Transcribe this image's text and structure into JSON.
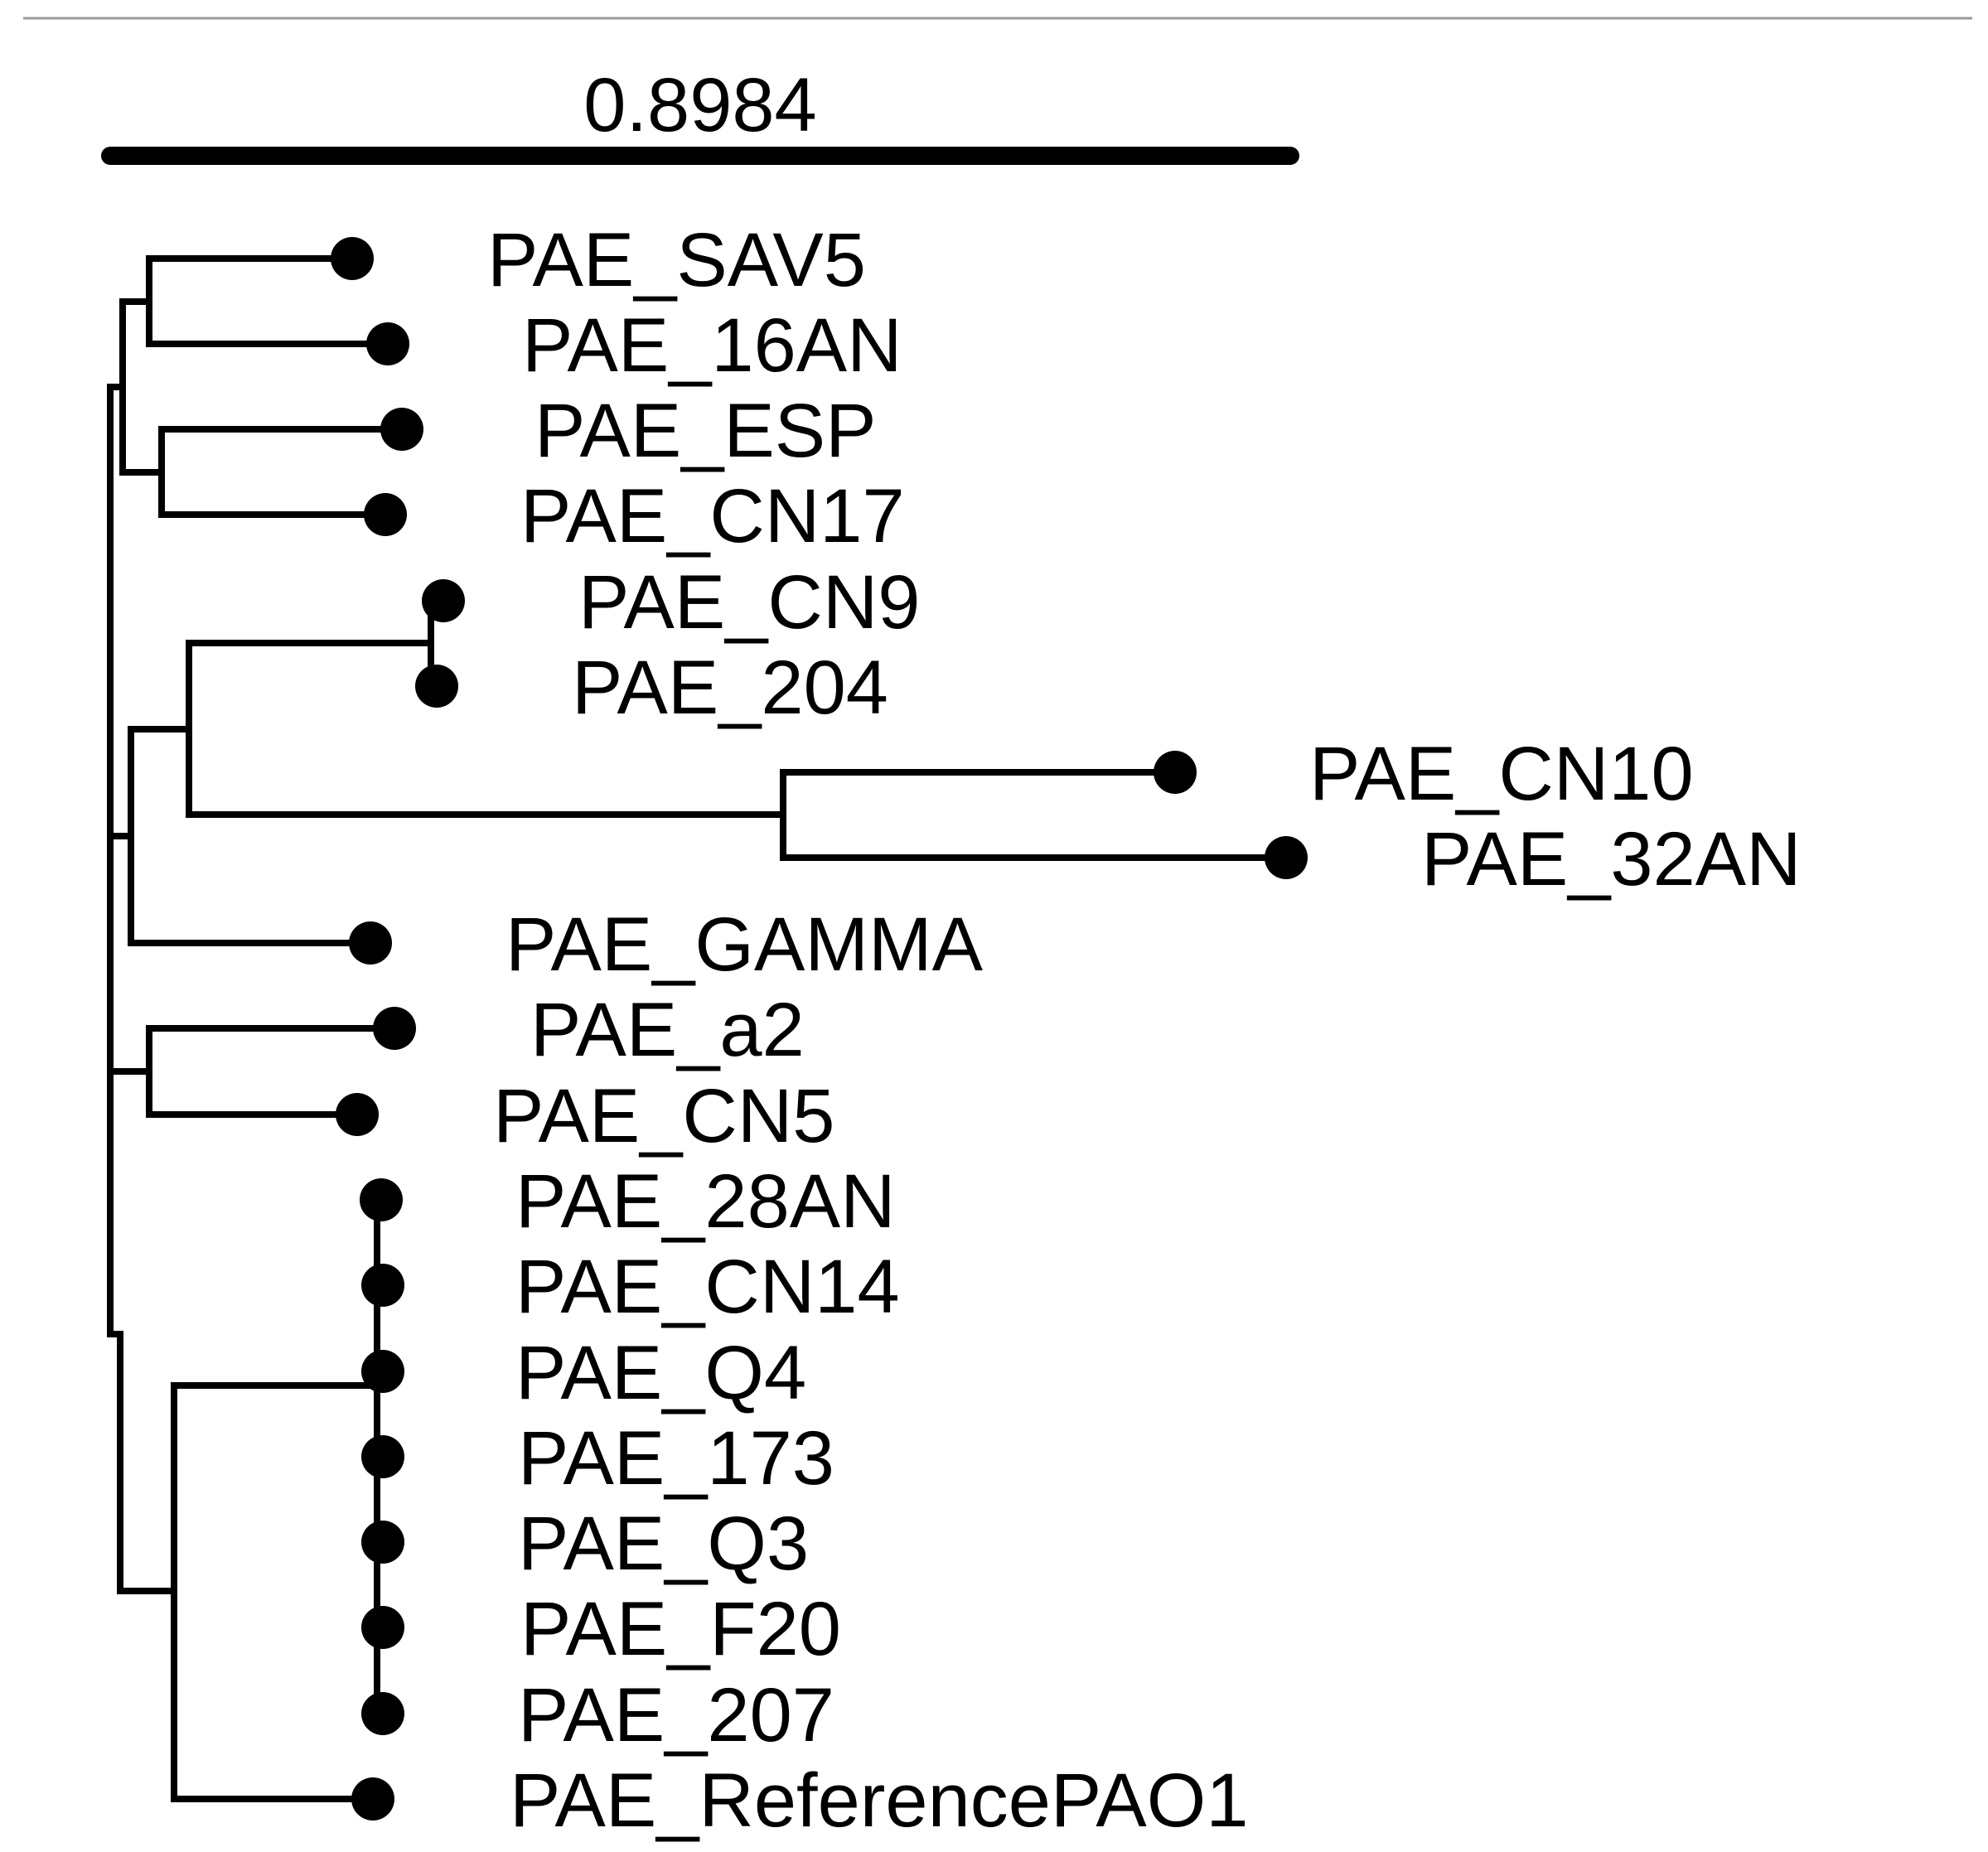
{
  "scale_bar": {
    "label": "0.8984",
    "length": 0.8984
  },
  "tips": [
    {
      "label": "PAE_SAV5"
    },
    {
      "label": "PAE_16AN"
    },
    {
      "label": "PAE_ESP"
    },
    {
      "label": "PAE_CN17"
    },
    {
      "label": "PAE_CN9"
    },
    {
      "label": "PAE_204"
    },
    {
      "label": "PAE_CN10"
    },
    {
      "label": "PAE_32AN"
    },
    {
      "label": "PAE_GAMMA"
    },
    {
      "label": "PAE_a2"
    },
    {
      "label": "PAE_CN5"
    },
    {
      "label": "PAE_28AN"
    },
    {
      "label": "PAE_CN14"
    },
    {
      "label": "PAE_Q4"
    },
    {
      "label": "PAE_173"
    },
    {
      "label": "PAE_Q3"
    },
    {
      "label": "PAE_F20"
    },
    {
      "label": "PAE_207"
    },
    {
      "label": "PAE_ReferencePAO1"
    }
  ]
}
